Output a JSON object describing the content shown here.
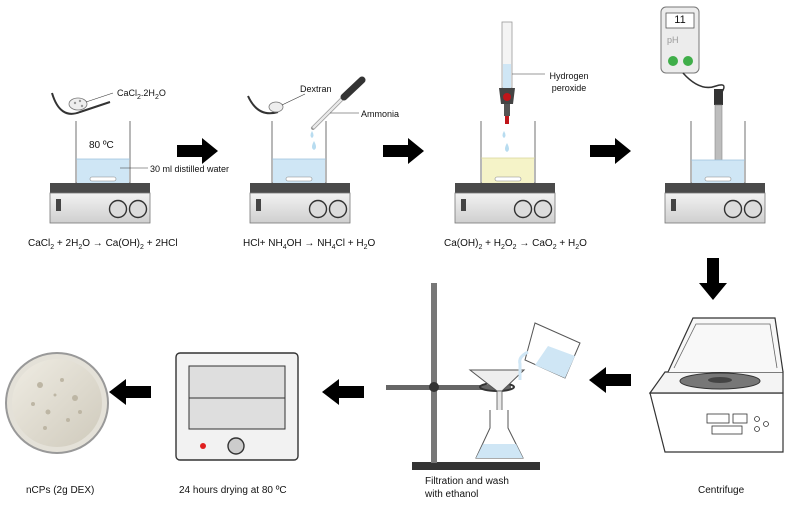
{
  "colors": {
    "water": "#cfe6f5",
    "yellow_solution": "#f5f3c8",
    "hotplate": "#e9e9e9",
    "hotplate_dark": "#5e5e5e",
    "stir_bar": "#ffffff",
    "arrow": "#000000",
    "dropper_red": "#c0151a",
    "ph_green": "#3fae49",
    "pellet_dot": "#e02020"
  },
  "labels": {
    "cacl2_solid": "CaCl2.2H2O",
    "temp1": "80 ºC",
    "water_vol": "30 ml distilled water",
    "dextran": "Dextran",
    "ammonia": "Ammonia",
    "h2o2_line1": "Hydrogen",
    "h2o2_line2": "peroxide",
    "ph_value": "11",
    "ph_unit": "pH",
    "centrifuge": "Centrifuge",
    "filtration_line1": "Filtration and wash",
    "filtration_line2": "with ethanol",
    "drying": "24 hours drying at 80 ºC",
    "product": "nCPs (2g DEX)"
  },
  "equations": {
    "eq1": "CaCl2 + 2H2O → Ca(OH)2 + 2HCl",
    "eq2": "HCl+ NH4OH → NH4Cl + H2O",
    "eq3": "Ca(OH)2 + H2O2 → CaO2 + H2O"
  },
  "icons": {
    "step_arrow": "right-arrow-icon",
    "down_arrow": "down-arrow-icon",
    "back_arrow": "left-arrow-icon"
  }
}
